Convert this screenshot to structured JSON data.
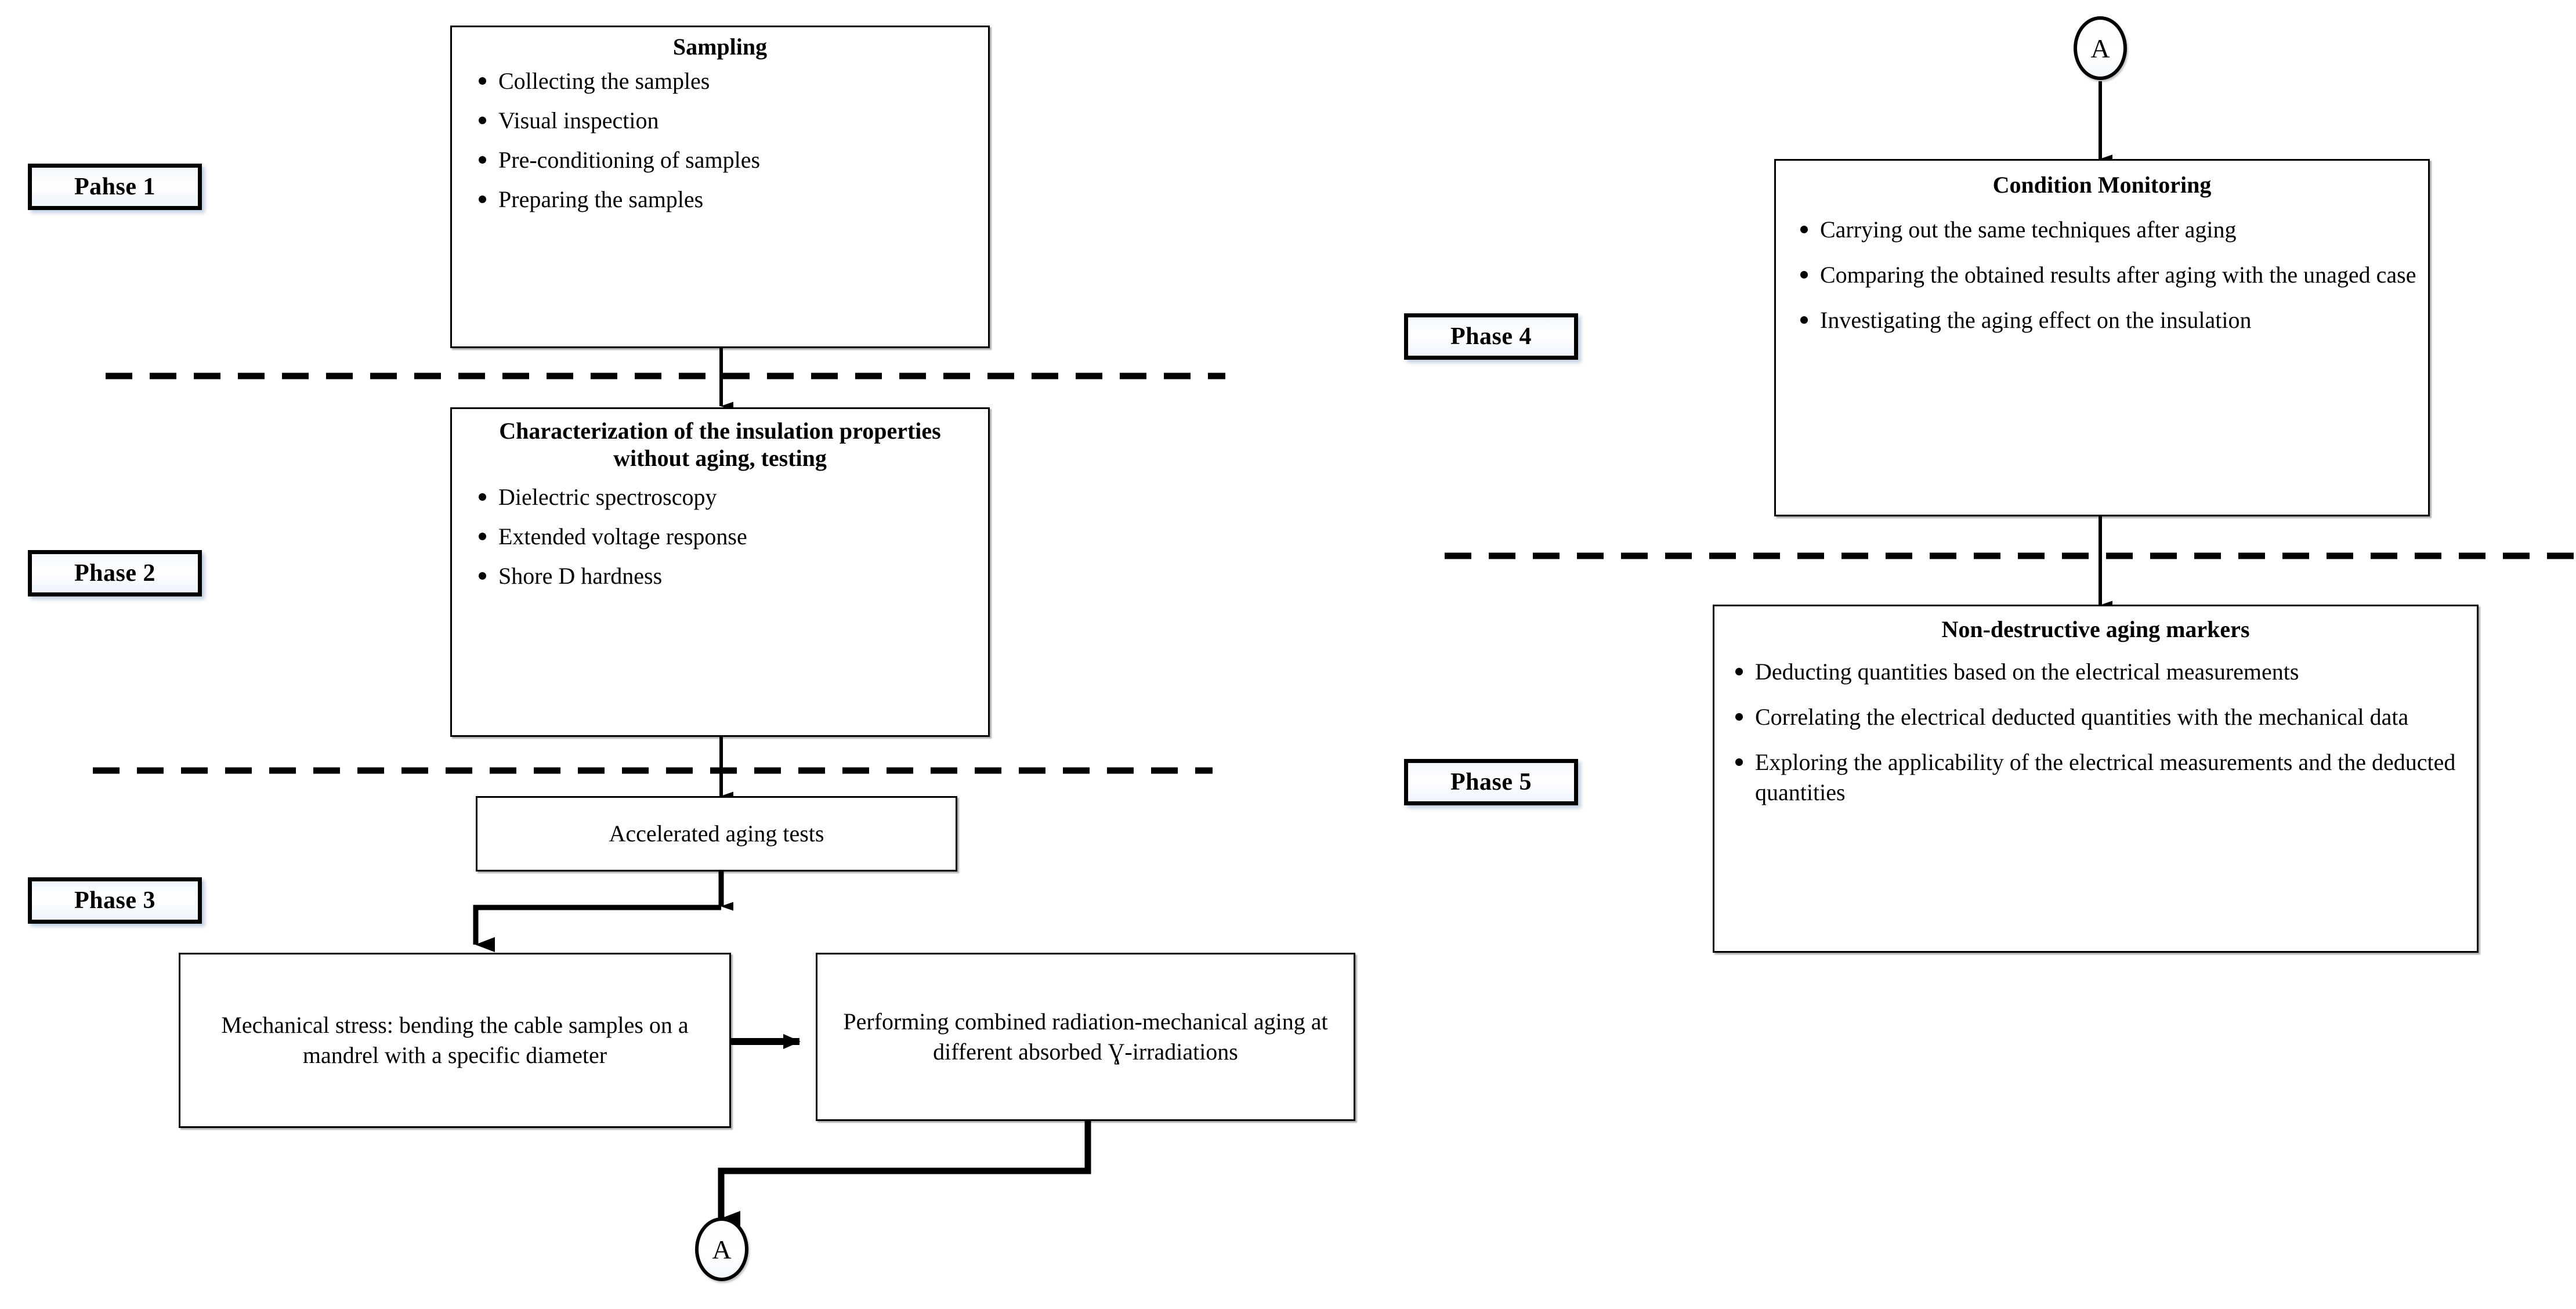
{
  "diagram": {
    "title_text": "Five-phase cable insulation aging study flowchart",
    "colors": {
      "line": "#000000",
      "box_border": "#000000",
      "background": "#ffffff",
      "chip_fill": "#f2f7fd"
    }
  },
  "phases": [
    {
      "id": "phase1",
      "label": "Pahse 1"
    },
    {
      "id": "phase2",
      "label": "Phase 2"
    },
    {
      "id": "phase3",
      "label": "Phase 3"
    },
    {
      "id": "phase4",
      "label": "Phase 4"
    },
    {
      "id": "phase5",
      "label": "Phase 5"
    }
  ],
  "nodes": {
    "sampling": {
      "title": "Sampling",
      "bullets": [
        "Collecting the samples",
        "Visual inspection",
        "Pre-conditioning of samples",
        "Preparing the samples"
      ]
    },
    "characterization": {
      "title": "Characterization of the insulation properties without aging, testing",
      "bullets": [
        "Dielectric spectroscopy",
        "Extended voltage response",
        "Shore D hardness"
      ]
    },
    "accelerated_aging": {
      "label": "Accelerated aging tests"
    },
    "mechanical_stress": {
      "label": "Mechanical stress: bending the cable samples on a mandrel with a specific diameter"
    },
    "radiation_mechanical": {
      "label": "Performing combined radiation-mechanical aging at different absorbed Ɣ-irradiations"
    },
    "condition_monitoring": {
      "title": "Condition Monitoring",
      "bullets": [
        "Carrying out the same techniques after aging",
        "Comparing the obtained results after aging with the unaged case",
        "Investigating the aging effect on the insulation"
      ]
    },
    "aging_markers": {
      "title": "Non-destructive aging markers",
      "bullets": [
        "Deducting quantities based on the electrical measurements",
        "Correlating the electrical deducted quantities with the mechanical data",
        "Exploring the applicability of the electrical measurements and the deducted quantities"
      ]
    }
  },
  "connectors": {
    "off_page_out": {
      "label": "A"
    },
    "off_page_in": {
      "label": "A"
    }
  }
}
